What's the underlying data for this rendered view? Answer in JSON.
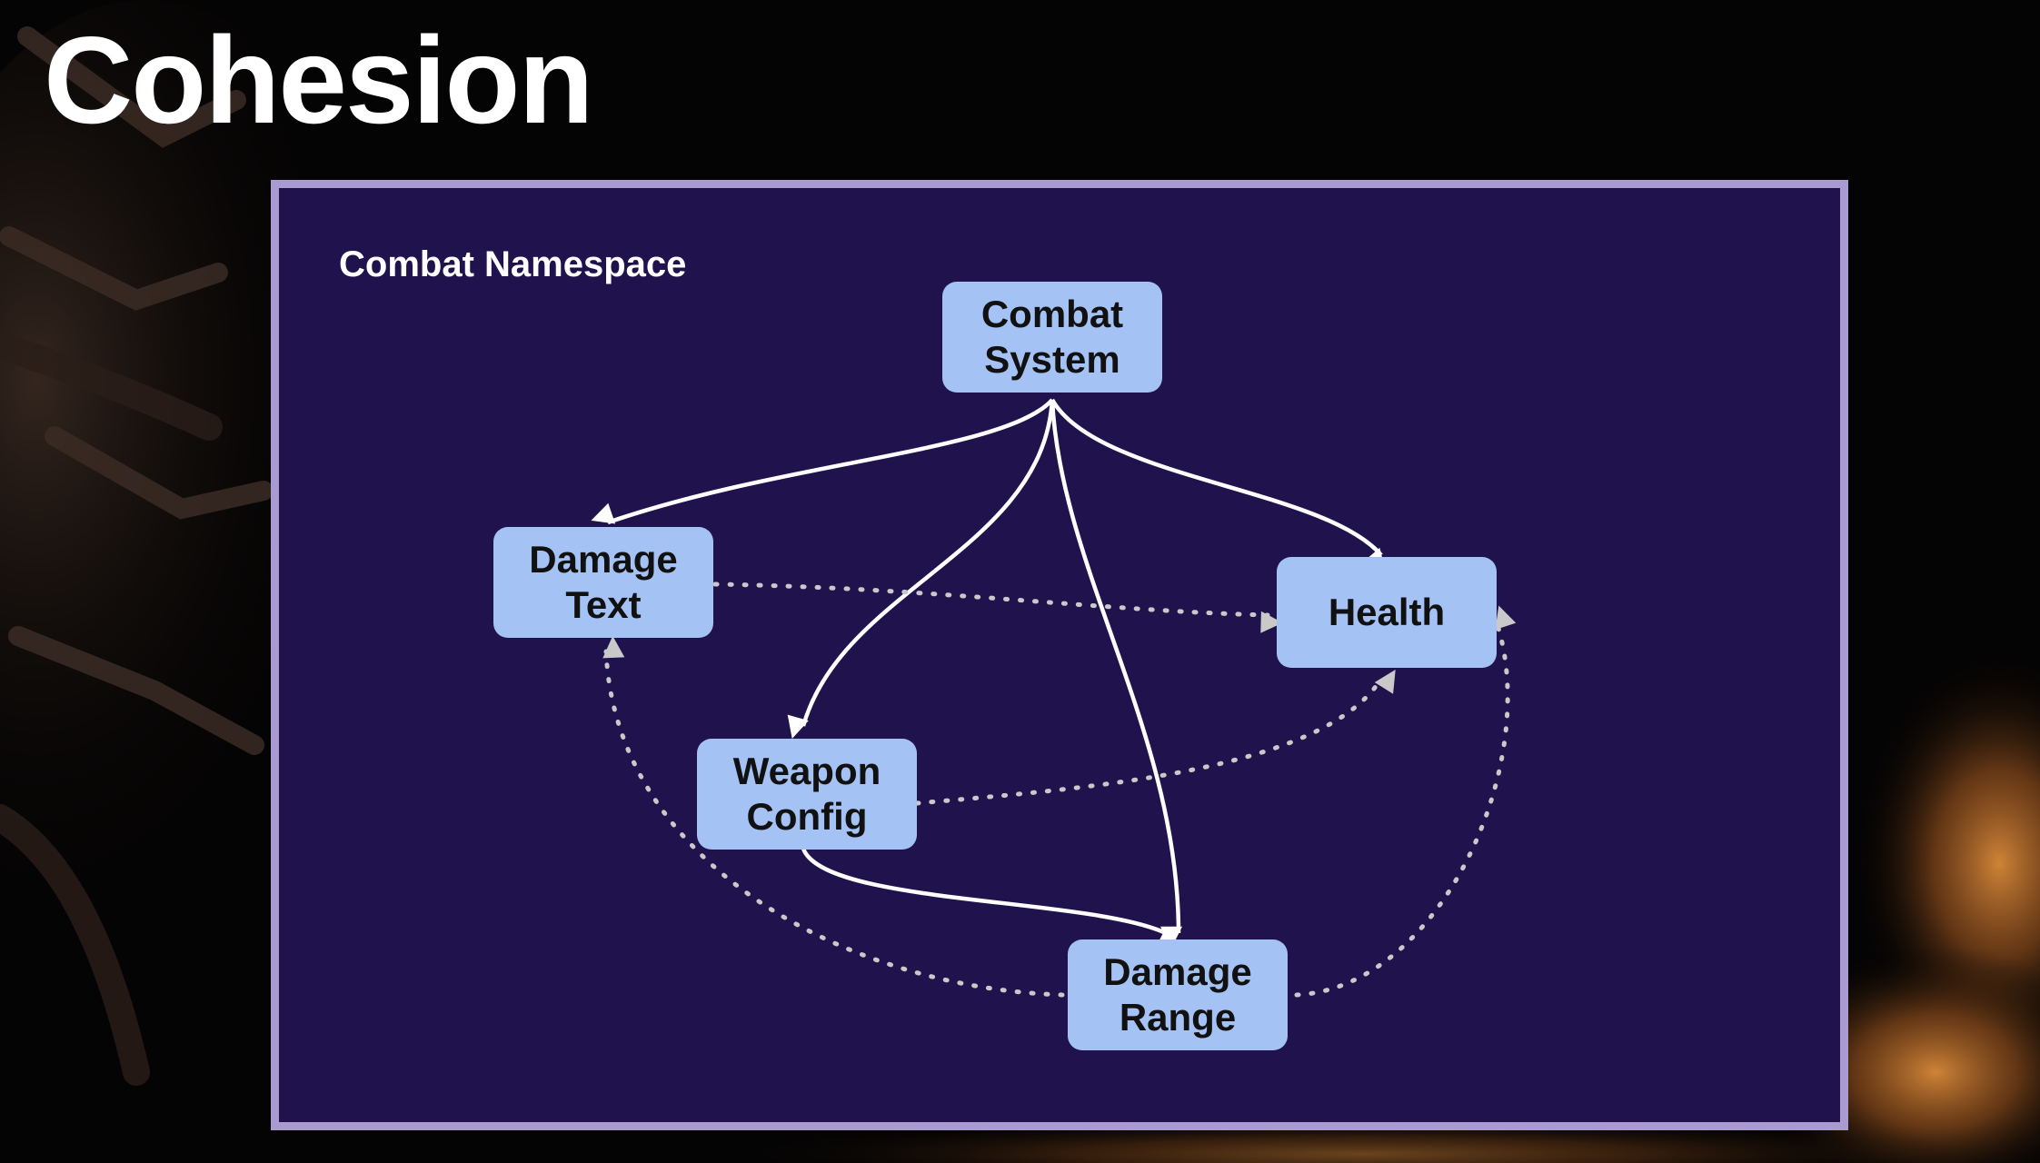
{
  "slide": {
    "title": "Cohesion"
  },
  "diagram": {
    "namespace_label": "Combat Namespace",
    "nodes": {
      "combat_system": "Combat\nSystem",
      "damage_text": "Damage\nText",
      "health": "Health",
      "weapon_config": "Weapon\nConfig",
      "damage_range": "Damage\nRange"
    },
    "edges": [
      {
        "from": "Combat System",
        "to": "Damage Text",
        "style": "solid"
      },
      {
        "from": "Combat System",
        "to": "Weapon Config",
        "style": "solid"
      },
      {
        "from": "Combat System",
        "to": "Damage Range",
        "style": "solid"
      },
      {
        "from": "Combat System",
        "to": "Health",
        "style": "solid"
      },
      {
        "from": "Weapon Config",
        "to": "Damage Range",
        "style": "solid"
      },
      {
        "from": "Damage Text",
        "to": "Health",
        "style": "dotted"
      },
      {
        "from": "Weapon Config",
        "to": "Health",
        "style": "dotted"
      },
      {
        "from": "Damage Range",
        "to": "Damage Text",
        "style": "dotted"
      },
      {
        "from": "Damage Range",
        "to": "Health",
        "style": "dotted"
      }
    ],
    "colors": {
      "frame_border": "#a99ad2",
      "frame_fill": "#20124d",
      "node_fill": "#a4c2f4",
      "solid_edge": "#ffffff",
      "dotted_edge": "#c9c9c9"
    }
  }
}
